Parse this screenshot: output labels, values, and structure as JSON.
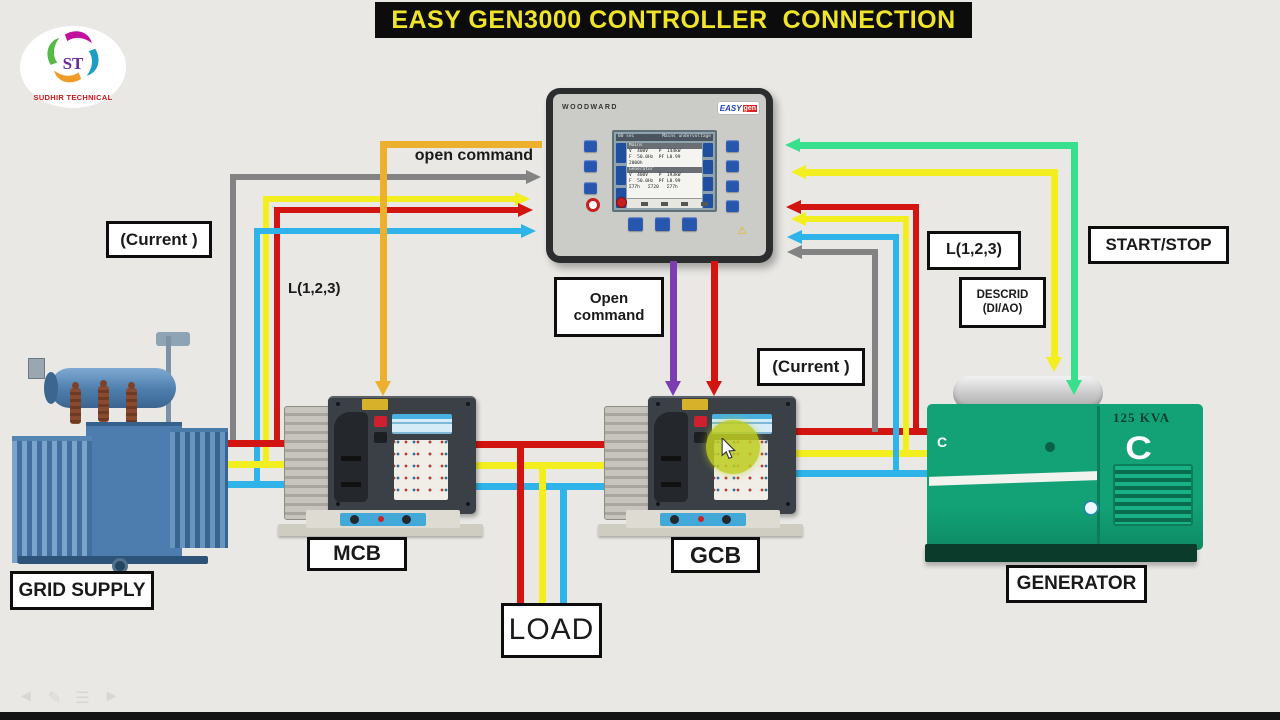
{
  "title": "EASY GEN3000 CONTROLLER  CONNECTION",
  "logo": {
    "initials": "ST",
    "name": "SUDHIR TECHNICAL"
  },
  "controller": {
    "brand": "WOODWARD",
    "logo_part1": "EASY",
    "logo_part2": "gen",
    "screen": {
      "header_left": "00 sec",
      "header_right": "Mains undervoltage",
      "mains_title": "Mains",
      "mains_r1": "V  400V    P  144kW",
      "mains_r2": "F  50.0Hz  PF L0.99",
      "mains_r3": "2000h",
      "gen_title": "Generator",
      "gen_r1": "V  400V    P  193kW",
      "gen_r2": "F  50.0Hz  PF L0.99",
      "gen_r3": "Σ77h   Σ720   Σ77h"
    },
    "warn_icon": "⚠"
  },
  "generator": {
    "rating": "125 KVA",
    "brand_letter": "C"
  },
  "labels": {
    "open_command_wire": "open command",
    "current_left": "(Current )",
    "l123_left": "L(1,2,3)",
    "open_command_box_l1": "Open",
    "open_command_box_l2": "command",
    "current_right": "(Current )",
    "l123_right": "L(1,2,3)",
    "descrid_l1": "DESCRID",
    "descrid_l2": "(DI/AO)",
    "start_stop": "START/STOP",
    "mcb": "MCB",
    "gcb": "GCB",
    "load": "LOAD",
    "grid_supply": "GRID SUPPLY",
    "generator": "GENERATOR"
  },
  "presentation_controls": {
    "prev": "◄",
    "pen": "✎",
    "menu": "☰",
    "next": "►"
  },
  "colors": {
    "red": "#d21510",
    "yellow": "#f2ee1f",
    "cyan": "#2fb3e8",
    "gray": "#838383",
    "orange": "#ecb02d",
    "green": "#38e08d",
    "purple": "#7c3cb2",
    "title-bg": "#0c0c0c",
    "title-text": "#efe42a",
    "gen-green": "#12a276"
  }
}
